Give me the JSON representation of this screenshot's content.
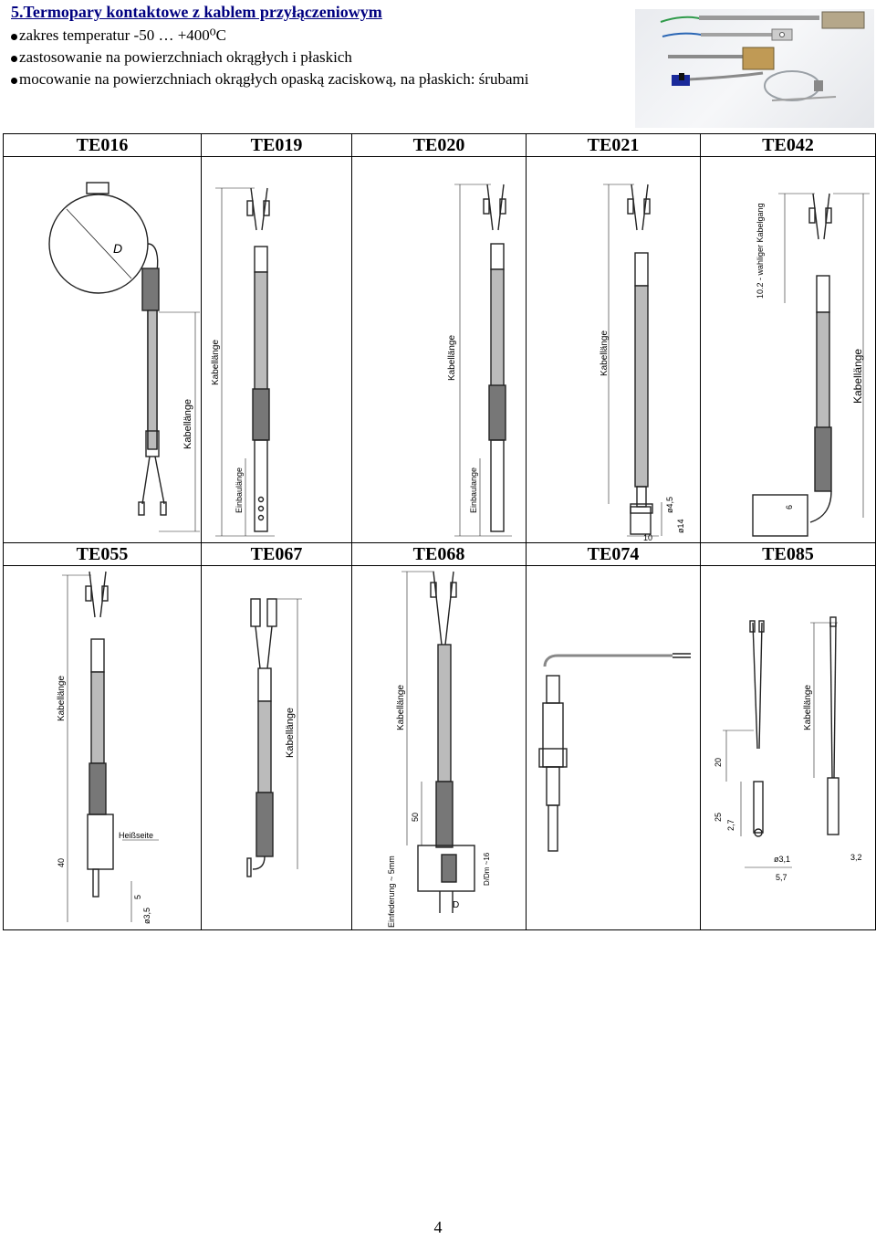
{
  "header": {
    "title": "5.Termopary kontaktowe z kablem przyłączeniowym",
    "bullets": [
      "zakres temperatur -50 … +400⁰C",
      "zastosowanie na powierzchniach okrągłych i płaskich",
      "mocowanie na powierzchniach okrągłych opaską zaciskową, na płaskich: śrubami"
    ]
  },
  "row1": {
    "models": [
      "TE016",
      "TE019",
      "TE020",
      "TE021",
      "TE042"
    ]
  },
  "row2": {
    "models": [
      "TE055",
      "TE067",
      "TE068",
      "TE074",
      "TE085"
    ]
  },
  "labels": {
    "kabellange": "Kabellänge",
    "einbaulange": "Einbaulänge",
    "einbaulange2": "Einbaulange",
    "kabelgang": "10.2 - wahliger Kabelgang",
    "heissseite": "Heißseite",
    "einfederung": "Einfederung ~ 5mm",
    "d": "D",
    "dim_45": "ø4,5",
    "dim_14": "ø14",
    "dim_10": "10",
    "dim_6": "6",
    "dim_40": "40",
    "dim_5": "5",
    "dim_35": "ø3,5",
    "dim_50": "50",
    "dim_16": "D/Dm ~16",
    "dim_20": "20",
    "dim_25": "25",
    "dim_27": "2,7",
    "dim_31": "ø3,1",
    "dim_57": "5,7",
    "dim_32": "3,2"
  },
  "page_number": "4"
}
